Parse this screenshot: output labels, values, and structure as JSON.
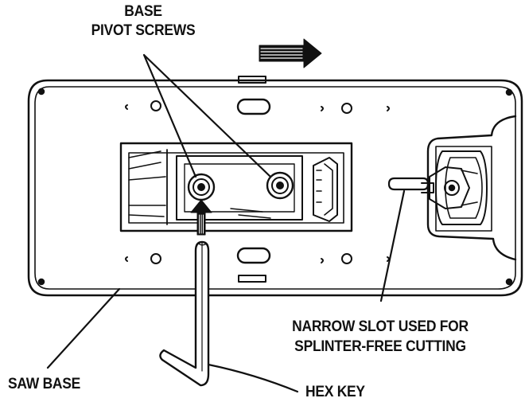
{
  "labels": {
    "base_pivot_screws_line1": "BASE",
    "base_pivot_screws_line2": "PIVOT SCREWS",
    "narrow_slot_line1": "NARROW SLOT USED FOR",
    "narrow_slot_line2": "SPLINTER-FREE CUTTING",
    "saw_base": "SAW BASE",
    "hex_key": "HEX KEY"
  },
  "colors": {
    "ink": "#111111",
    "paper": "#ffffff"
  }
}
